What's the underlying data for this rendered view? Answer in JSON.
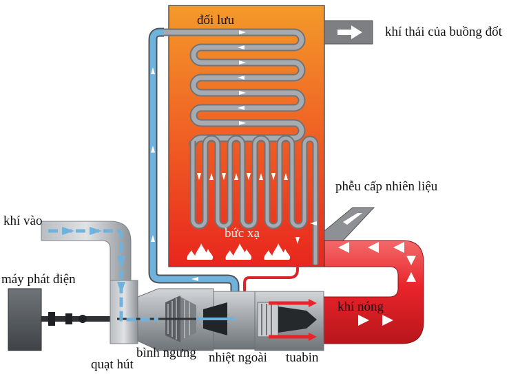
{
  "labels": {
    "convection": "đối lưu",
    "exhaust": "khí thải của buồng đốt",
    "fuel_hopper": "phễu cấp nhiên liệu",
    "radiation": "bức xạ",
    "air_in": "khí vào",
    "generator": "máy phát điện",
    "hot_gas": "khí nóng",
    "suction_fan": "quạt hút",
    "condenser": "bình ngưng",
    "external_heat": "nhiệt ngoài",
    "turbine": "tuabin"
  },
  "colors": {
    "furnace_top": "#f39a2a",
    "furnace_bottom": "#e8261e",
    "cool_pipe": "#6fb3dd",
    "hot_pipe": "#e8242a",
    "coil_grey": "#9a9ea3",
    "machine_grey": "#a3a8ad",
    "generator_dark": "#55595e"
  },
  "icons": [
    "exhaust-arrow-icon",
    "flame-icon",
    "flow-arrow-icon"
  ]
}
